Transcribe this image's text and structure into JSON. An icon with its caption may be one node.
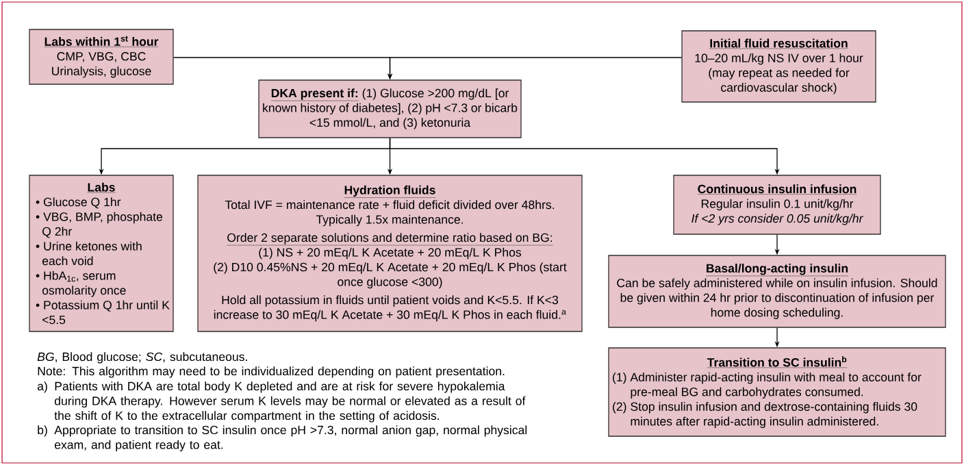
{
  "diagram": {
    "nodes": [
      {
        "text": [
          "Labs within 1$^{st}$ hour",
          "CMP, VBG, CBC",
          "Urinalysis, glucose"
        ]
      },
      {
        "text": [
          "Initial fluid resuscitation",
          "10–20 mL/kg NS IV over 1 hour (may repeat as needed for cardiovascular shock)"
        ]
      },
      {
        "text": [
          "DKA present if:",
          "(1) Glucose >200 mg/dL [or known history of diabetes], (2) pH <7.3 or bicarb <15 mmol/L, and (3) ketonuria"
        ]
      },
      {
        "text": [
          "Labs",
          "• Glucose Q 1hr",
          "• VBG, BMP, phosphate Q 2hr",
          "• Urine ketones with each void",
          "• HbA$_{1c}$, serum osmolarity once",
          "• Potassium Q 1hr until K <5.5"
        ]
      },
      {
        "text": [
          "Hydration fluids",
          "Total IVF = maintenance rate + fluid deficit divided over 48hrs. Typically 1.5x maintenance.",
          "Order 2 separate solutions and determine ratio based on BG:",
          "(1) NS + 20 mEq/L K Acetate + 20 mEq/L K Phos",
          "(2) D10 0.45%NS + 20 mEq/L K Acetate + 20 mEq/L K Phos (start once glucose <300)",
          "Hold all potassium in fluids until patient voids and K<5.5. If K<3 increase to 30 mEq/L K Acetate + 30 mEq/L K Phos in each fluid.$^{a}$"
        ]
      },
      {
        "text": [
          "Continuous insulin infusion",
          "Regular insulin 0.1 unit/kg/hr",
          "If <2 yrs consider 0.05 unit/kg/hr"
        ]
      },
      {
        "text": [
          "Basal/long-acting insulin",
          "Can be safely administered while on insulin infusion. Should be given within 24 hr prior to discontinuation of infusion per home dosing scheduling."
        ]
      },
      {
        "text": [
          "Transition to SC insulin$^{b}$",
          "(1) Administer rapid-acting insulin with meal to account for pre-meal BG and carbohydrates consumed.",
          "(2) Stop insulin infusion and dextrose-containing fluids 30 minutes after rapid-acting insulin administered."
        ]
      }
    ],
    "edges": [
      {
        "from": 0,
        "to": 2,
        "arrow": "to"
      },
      {
        "from": 1,
        "to": 2,
        "arrow": "to"
      },
      {
        "from": 2,
        "to": 3,
        "arrow": "to"
      },
      {
        "from": 2,
        "to": 4,
        "arrow": "to"
      },
      {
        "from": 2,
        "to": 5,
        "arrow": "to"
      },
      {
        "from": 5,
        "to": 6,
        "arrow": "to"
      },
      {
        "from": 6,
        "to": 7,
        "arrow": "to"
      }
    ],
    "labels": [
      "*BG*, Blood glucose; *SC*, subcutaneous.",
      "Note: This algorithm may need to be individualized depending on patient presentation.",
      "a)",
      "Patients with DKA are total body K depleted and are at risk for severe hypokalemia during DKA therapy. However serum K levels may be normal or elevated as a result of the shift of K to the extracellular compartment in the setting of acidosis.",
      "b)",
      "Appropriate to transition to SC insulin once pH >7.3, normal anion gap, normal physical exam, and patient ready to eat."
    ]
  }
}
